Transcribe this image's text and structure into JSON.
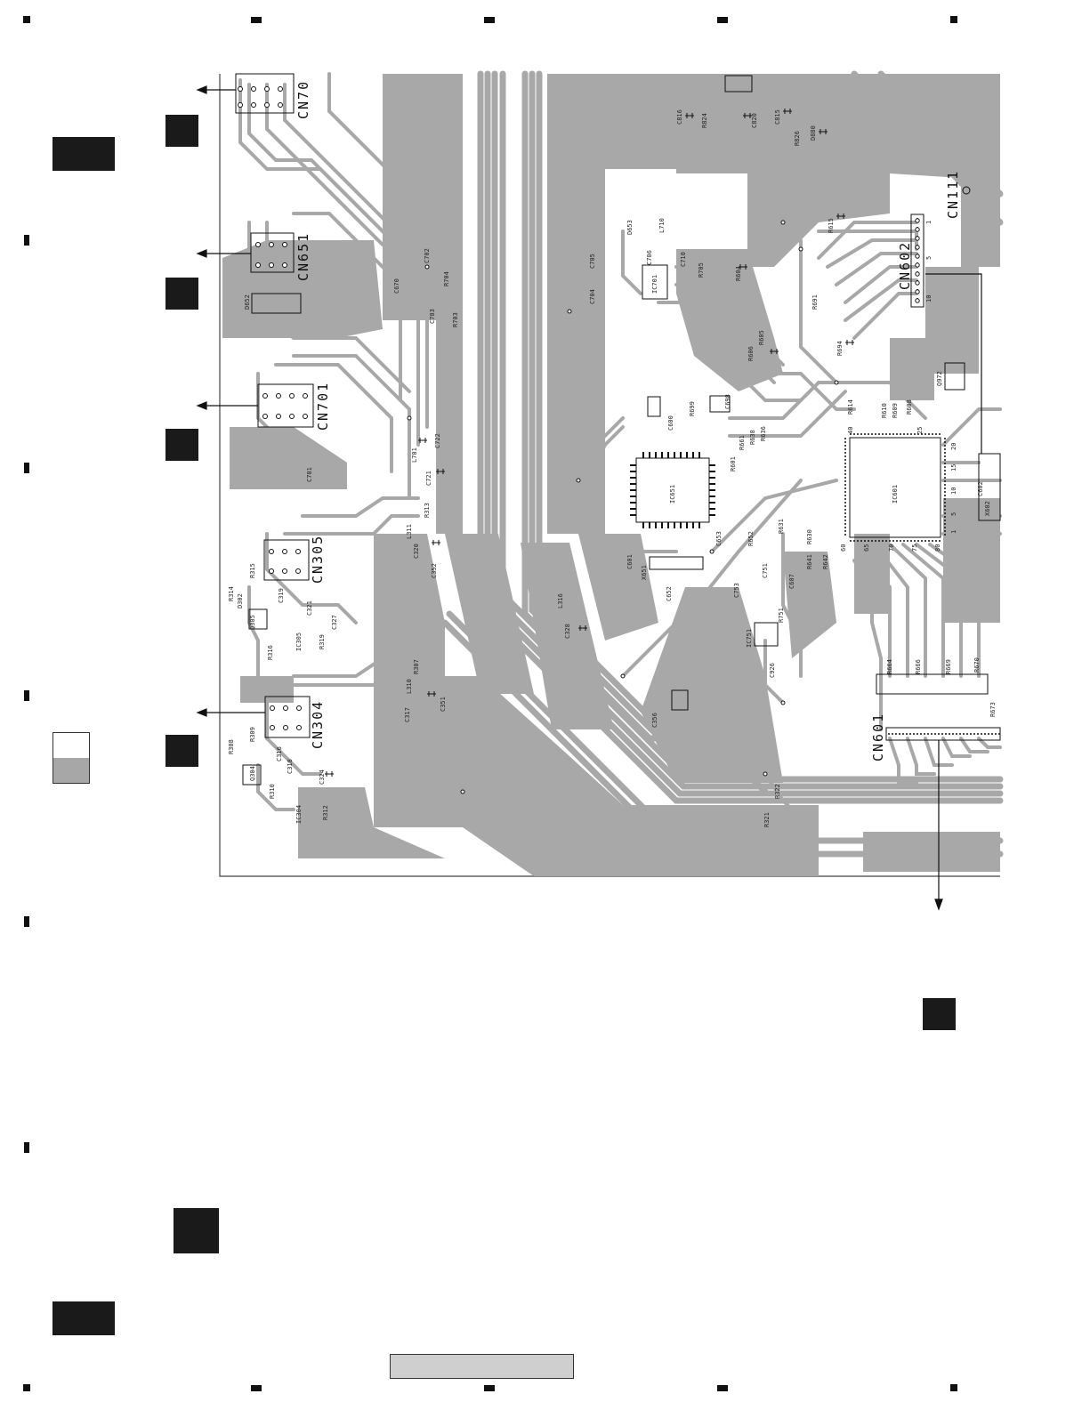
{
  "connectors": [
    {
      "label": "CN70"
    },
    {
      "label": "CN651"
    },
    {
      "label": "CN701"
    },
    {
      "label": "CN305"
    },
    {
      "label": "CN304"
    },
    {
      "label": "CN602"
    },
    {
      "label": "CN111"
    },
    {
      "label": "CN601"
    }
  ],
  "ics": [
    {
      "label": "IC651"
    },
    {
      "label": "IC601"
    },
    {
      "label": "IC701"
    },
    {
      "label": "IC305"
    },
    {
      "label": "IC304"
    },
    {
      "label": "IC751"
    }
  ],
  "parts": [
    "C702",
    "R704",
    "R703",
    "C703",
    "C670",
    "R314",
    "R315",
    "D302",
    "Q305",
    "R316",
    "R319",
    "C321",
    "C327",
    "C319",
    "R313",
    "L311",
    "C320",
    "C352",
    "R307",
    "L310",
    "C351",
    "C317",
    "R308",
    "R309",
    "Q304",
    "R310",
    "R312",
    "C324",
    "C318",
    "C316",
    "L701",
    "C722",
    "C721",
    "C701",
    "D652",
    "D653",
    "C705",
    "C704",
    "C706",
    "L710",
    "C710",
    "R705",
    "R604",
    "R605",
    "R606",
    "R615",
    "R691",
    "R694",
    "Q972",
    "C600",
    "R699",
    "C698",
    "R661",
    "R638",
    "R636",
    "R601",
    "C653",
    "R652",
    "C601",
    "X651",
    "C652",
    "R631",
    "R630",
    "R641",
    "R642",
    "C753",
    "C751",
    "C607",
    "R751",
    "C926",
    "L316",
    "C328",
    "C356",
    "R321",
    "R322",
    "R664",
    "R666",
    "R669",
    "R670",
    "R673",
    "C816",
    "R824",
    "C820",
    "C815",
    "R826",
    "D880",
    "R614",
    "R610",
    "R609",
    "R608",
    "C602",
    "X602"
  ],
  "pins": [
    "1",
    "5",
    "10",
    "40",
    "25",
    "20",
    "15",
    "10",
    "5",
    "1",
    "60",
    "65",
    "70",
    "75",
    "80"
  ]
}
